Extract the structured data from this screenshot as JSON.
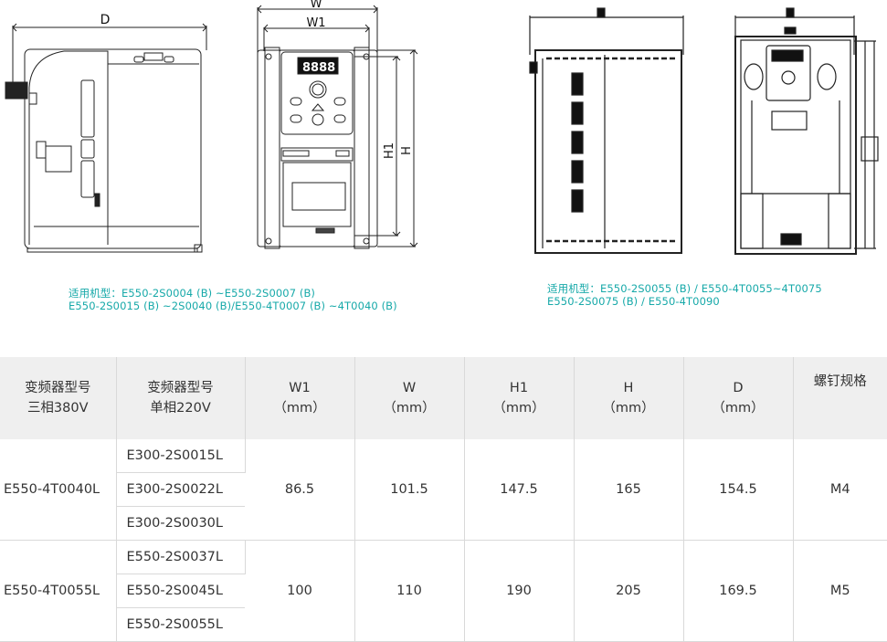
{
  "drawing_labels": {
    "d": "D",
    "w": "W",
    "w1": "W1",
    "h1": "H1",
    "h": "H",
    "display": "8888"
  },
  "captions": {
    "left_line1": "适用机型：E550-2S0004 (B) ~E550-2S0007 (B)",
    "left_line2": "E550-2S0015 (B) ~2S0040 (B)/E550-4T0007 (B) ~4T0040 (B)",
    "right_line1": "适用机型：E550-2S0055 (B) / E550-4T0055~4T0075",
    "right_line2": "E550-2S0075 (B) / E550-4T0090"
  },
  "colors": {
    "caption": "#17a9a9",
    "header_bg": "#efefef",
    "grid": "#d9d9d9"
  },
  "table": {
    "headers": [
      {
        "line1": "变频器型号",
        "line2": "三相380V"
      },
      {
        "line1": "变频器型号",
        "line2": "单相220V"
      },
      {
        "line1": "W1",
        "line2": "（mm）"
      },
      {
        "line1": "W",
        "line2": "（mm）"
      },
      {
        "line1": "H1",
        "line2": "（mm）"
      },
      {
        "line1": "H",
        "line2": "（mm）"
      },
      {
        "line1": "D",
        "line2": "（mm）"
      },
      {
        "line1": "螺钉规格",
        "line2": ""
      }
    ],
    "groups": [
      {
        "three_phase": "E550-4T0040L",
        "single_phase": [
          "E300-2S0015L",
          "E300-2S0022L",
          "E300-2S0030L"
        ],
        "w1": "86.5",
        "w": "101.5",
        "h1": "147.5",
        "h": "165",
        "d": "154.5",
        "screw": "M4"
      },
      {
        "three_phase": "E550-4T0055L",
        "single_phase": [
          "E550-2S0037L",
          "E550-2S0045L",
          "E550-2S0055L"
        ],
        "w1": "100",
        "w": "110",
        "h1": "190",
        "h": "205",
        "d": "169.5",
        "screw": "M5"
      }
    ]
  }
}
